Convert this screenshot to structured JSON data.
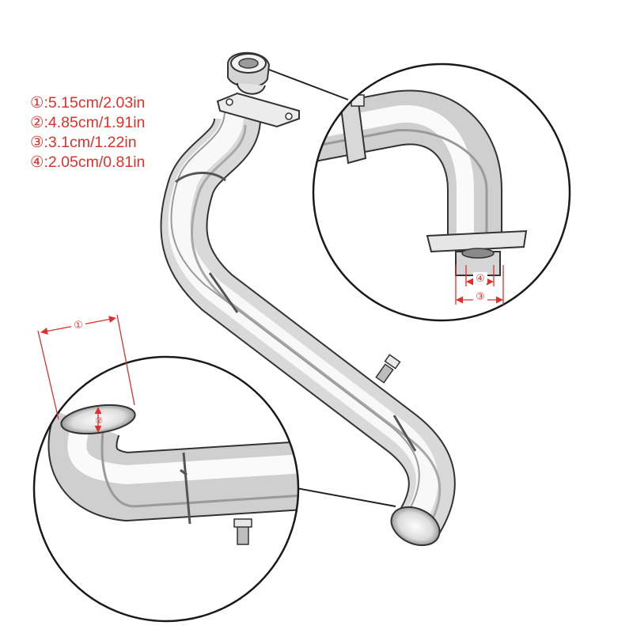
{
  "specs": [
    {
      "marker": "①",
      "value": ":5.15cm/2.03in"
    },
    {
      "marker": "②",
      "value": ":4.85cm/1.91in"
    },
    {
      "marker": "③",
      "value": ":3.1cm/1.22in"
    },
    {
      "marker": "④",
      "value": ":2.05cm/0.81in"
    }
  ],
  "callout_markers": {
    "inlet_width": "①",
    "inlet_height": "②",
    "outlet_outer": "③",
    "outlet_inner": "④"
  },
  "colors": {
    "annotation": "#e0302a",
    "line": "#333333",
    "metal_light": "#f4f4f4",
    "metal_mid": "#c8c8c8",
    "metal_dark": "#8a8a8a"
  }
}
